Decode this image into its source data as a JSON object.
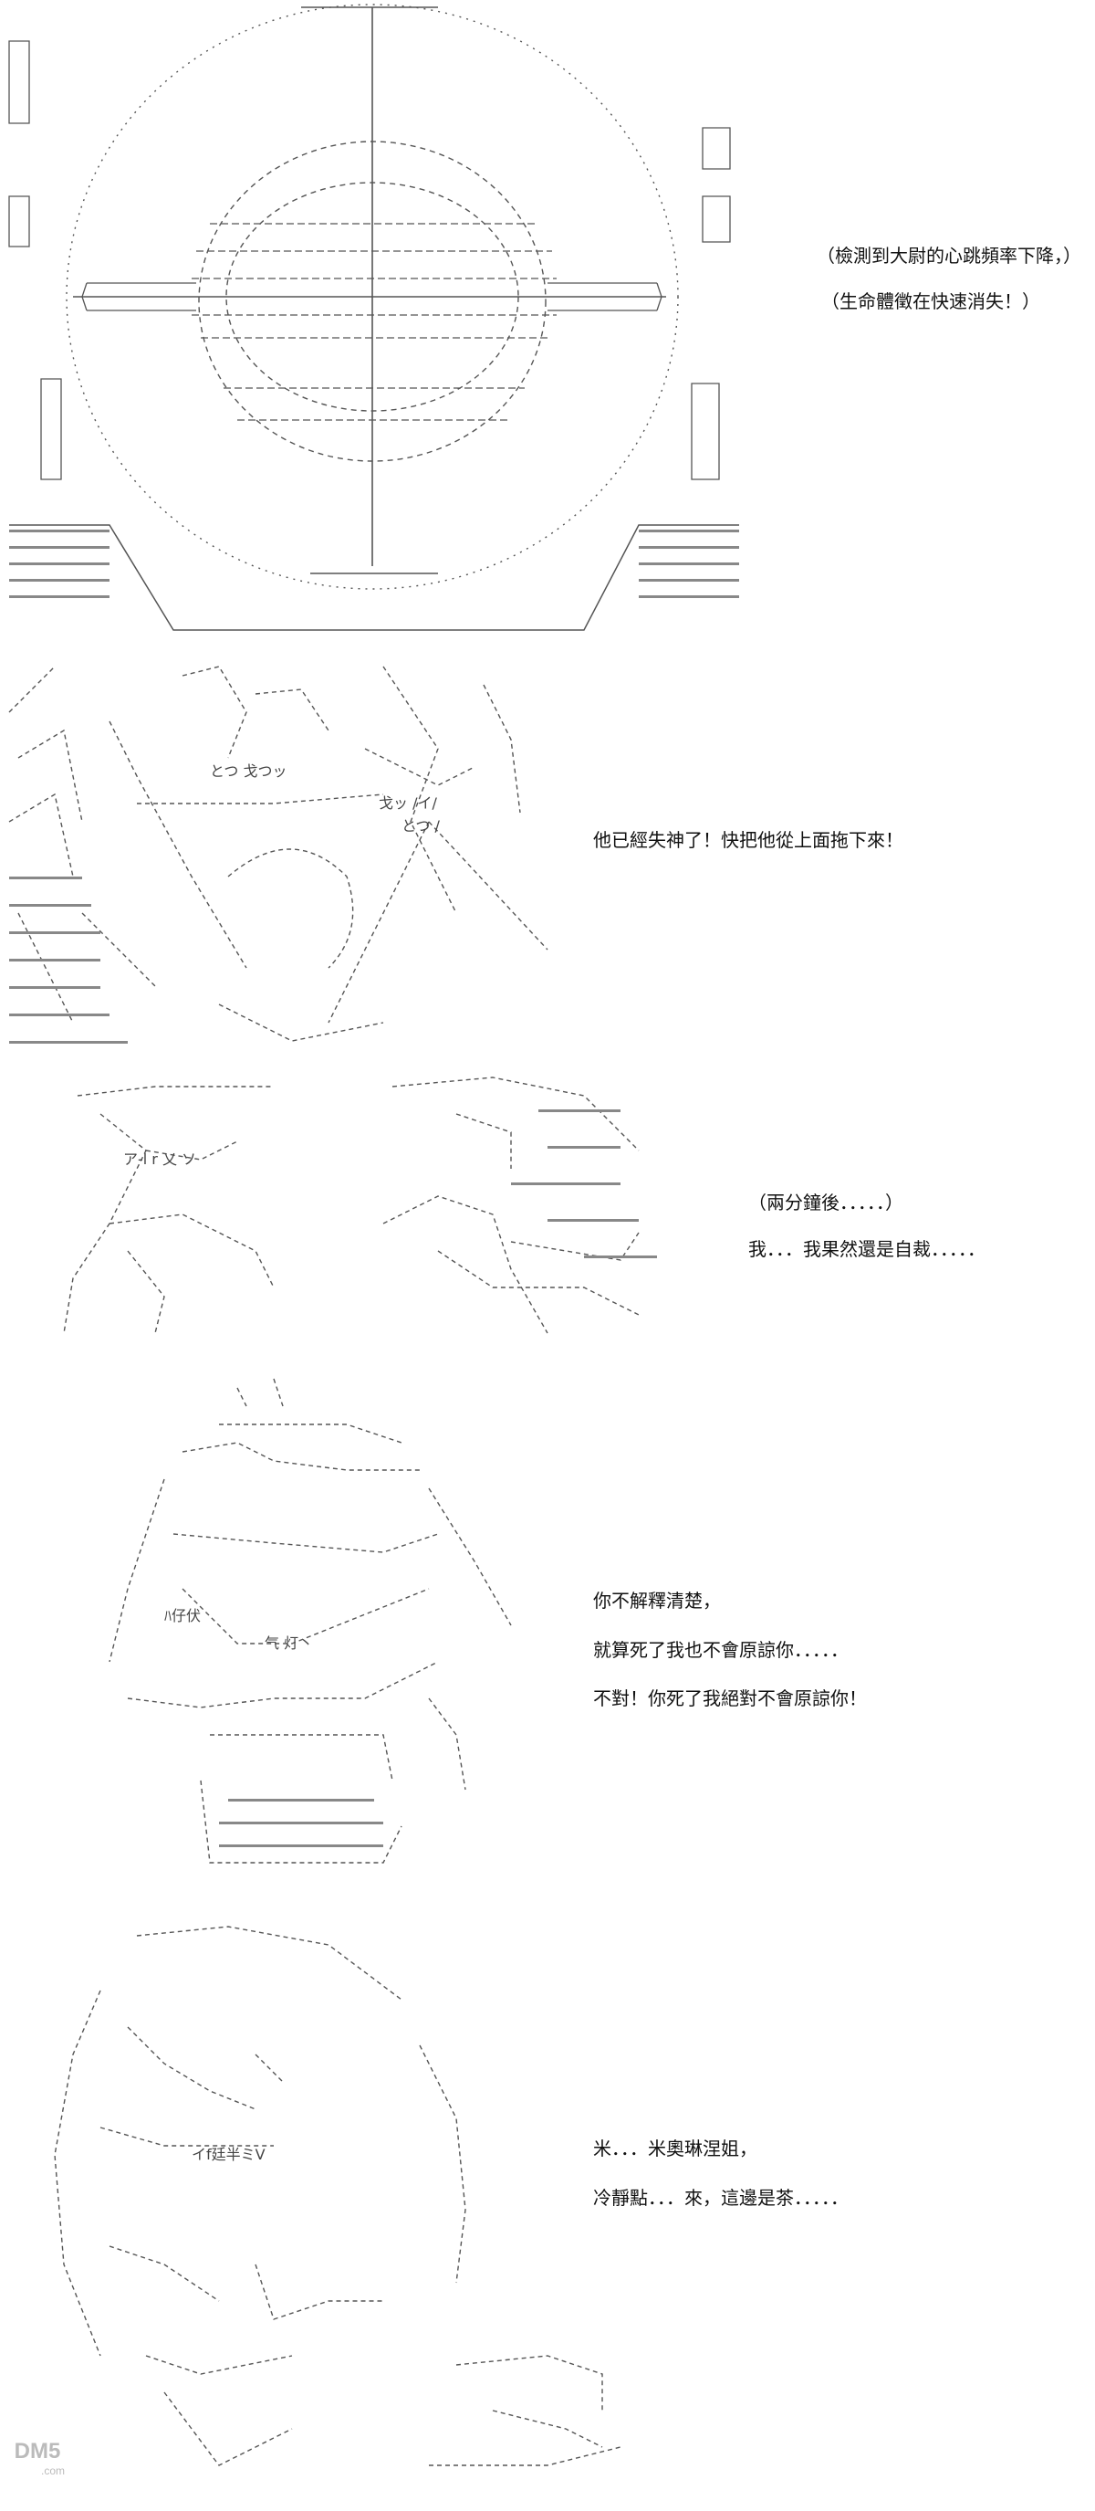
{
  "panels": [
    {
      "lines": [
        "（檢測到大尉的心跳頻率下降，）",
        "（生命體徵在快速消失！）"
      ]
    },
    {
      "lines": [
        "他已經失神了！快把他從上面拖下來！"
      ]
    },
    {
      "lines": [
        "（兩分鐘後．．．．．）",
        "我．．．我果然還是自裁．．．．．"
      ]
    },
    {
      "lines": [
        "你不解釋清楚，",
        "就算死了我也不會原諒你．．．．．",
        "不對！你死了我絕對不會原諒你！"
      ]
    },
    {
      "lines": [
        "米．．．米奧琳涅姐，",
        "冷靜點．．．來，這邊是茶．．．．．"
      ]
    }
  ],
  "art_text": {
    "p2_a": "とつ 戈つッ",
    "p2_b": "戈ッ /イ/",
    "p2_c": "とつ /",
    "p3_a": "ア-l r 乂 ソ",
    "p4_a": "ﾊ仔伏",
    "p4_b": "气 灯丶",
    "p5_a": "イf廷半ミV"
  },
  "watermark": {
    "label": "DM5",
    "sub": ".com"
  },
  "colors": {
    "ink": "#111111",
    "art": "#555555",
    "dots": "#777777",
    "watermark": "#bbbbbb"
  }
}
